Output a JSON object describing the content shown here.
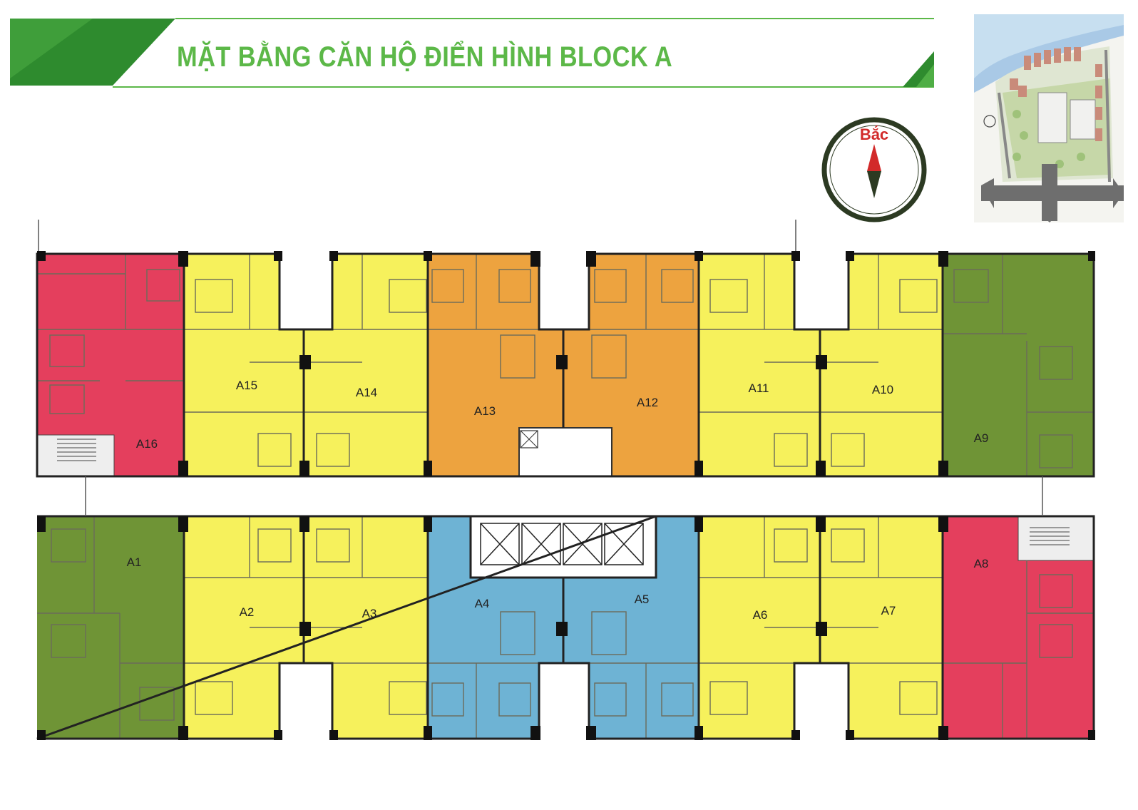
{
  "header": {
    "title": "MẶT BẰNG CĂN HỘ ĐIỂN HÌNH BLOCK A",
    "accent_color": "#5cb848",
    "dark_green": "#2e8b2e"
  },
  "compass": {
    "label": "Bắc",
    "label_color": "#d22a2a",
    "ring_color": "#2c3a22"
  },
  "colors": {
    "red": "#e43f5d",
    "yellow": "#f6f15c",
    "orange": "#eda33f",
    "green": "#6f9436",
    "blue": "#6eb3d4",
    "grey": "#cfcfcf"
  },
  "units": {
    "top": [
      {
        "label": "A16",
        "color": "red"
      },
      {
        "label": "A15",
        "color": "yellow"
      },
      {
        "label": "A14",
        "color": "yellow"
      },
      {
        "label": "A13",
        "color": "orange"
      },
      {
        "label": "A12",
        "color": "orange"
      },
      {
        "label": "A11",
        "color": "yellow"
      },
      {
        "label": "A10",
        "color": "yellow"
      },
      {
        "label": "A9",
        "color": "green"
      }
    ],
    "bottom": [
      {
        "label": "A1",
        "color": "green"
      },
      {
        "label": "A2",
        "color": "yellow"
      },
      {
        "label": "A3",
        "color": "yellow"
      },
      {
        "label": "A4",
        "color": "blue"
      },
      {
        "label": "A5",
        "color": "blue"
      },
      {
        "label": "A6",
        "color": "yellow"
      },
      {
        "label": "A7",
        "color": "yellow"
      },
      {
        "label": "A8",
        "color": "red"
      }
    ]
  }
}
